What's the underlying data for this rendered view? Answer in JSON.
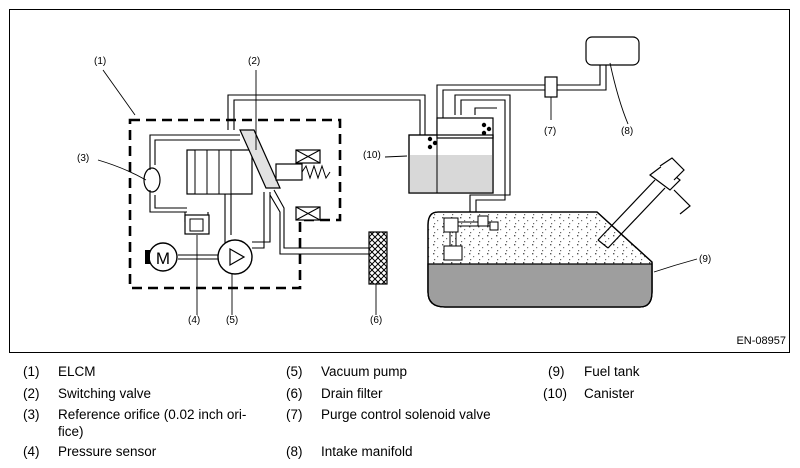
{
  "figure_code": "EN-08957",
  "callouts": [
    "(1)",
    "(2)",
    "(3)",
    "(4)",
    "(5)",
    "(6)",
    "(7)",
    "(8)",
    "(9)",
    "(10)"
  ],
  "motor_symbol": "M",
  "legend": [
    {
      "num": "(1)",
      "label": "ELCM"
    },
    {
      "num": "(2)",
      "label": "Switching valve"
    },
    {
      "num": "(3)",
      "label": "Reference orifice (0.02 inch ori-\nfice)"
    },
    {
      "num": "(4)",
      "label": "Pressure sensor"
    },
    {
      "num": "(5)",
      "label": "Vacuum pump"
    },
    {
      "num": "(6)",
      "label": "Drain filter"
    },
    {
      "num": "(7)",
      "label": "Purge control solenoid valve"
    },
    {
      "num": "(8)",
      "label": "Intake manifold"
    },
    {
      "num": "(9)",
      "label": "Fuel tank"
    },
    {
      "num": "(10)",
      "label": "Canister"
    }
  ]
}
